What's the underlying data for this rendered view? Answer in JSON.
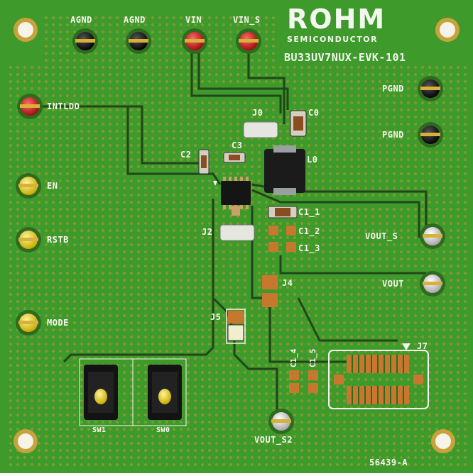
{
  "board": {
    "brand": "ROHM",
    "brand_sub": "SEMICONDUCTOR",
    "name": "BU33UV7NUX-EVK-101",
    "revision": "56439-A",
    "colors": {
      "pcb": "#3f9a2c",
      "pcb_dark": "#2f7a1f",
      "silk": "#f4f7ef",
      "copper": "#c8782e",
      "red_post": "#d41c1c",
      "yellow_post": "#e8d21a",
      "black_post": "#111111",
      "white_post": "#e9e9e9"
    }
  },
  "test_points_top": [
    {
      "label": "AGND",
      "color": "black"
    },
    {
      "label": "AGND",
      "color": "black"
    },
    {
      "label": "VIN",
      "color": "red"
    },
    {
      "label": "VIN_S",
      "color": "red"
    }
  ],
  "test_points_left": [
    {
      "label": "INTLDO",
      "color": "red"
    },
    {
      "label": "EN",
      "color": "yellow"
    },
    {
      "label": "RSTB",
      "color": "yellow"
    },
    {
      "label": "MODE",
      "color": "yellow"
    }
  ],
  "test_points_right": [
    {
      "label": "PGND",
      "color": "black"
    },
    {
      "label": "PGND",
      "color": "black"
    },
    {
      "label": "VOUT_S",
      "color": "white"
    },
    {
      "label": "VOUT",
      "color": "white"
    }
  ],
  "test_point_bottom": {
    "label": "VOUT_S2",
    "color": "white"
  },
  "components": {
    "j0": "J0",
    "c0": "C0",
    "c2": "C2",
    "c3": "C3",
    "l0": "L0",
    "j2": "J2",
    "c1_1": "C1_1",
    "c1_2": "C1_2",
    "c1_3": "C1_3",
    "j4": "J4",
    "j5": "J5",
    "c1_4": "C1_4",
    "c1_5": "C1_5",
    "j7": "J7"
  },
  "switches": [
    {
      "label": "SW1"
    },
    {
      "label": "SW0"
    }
  ]
}
